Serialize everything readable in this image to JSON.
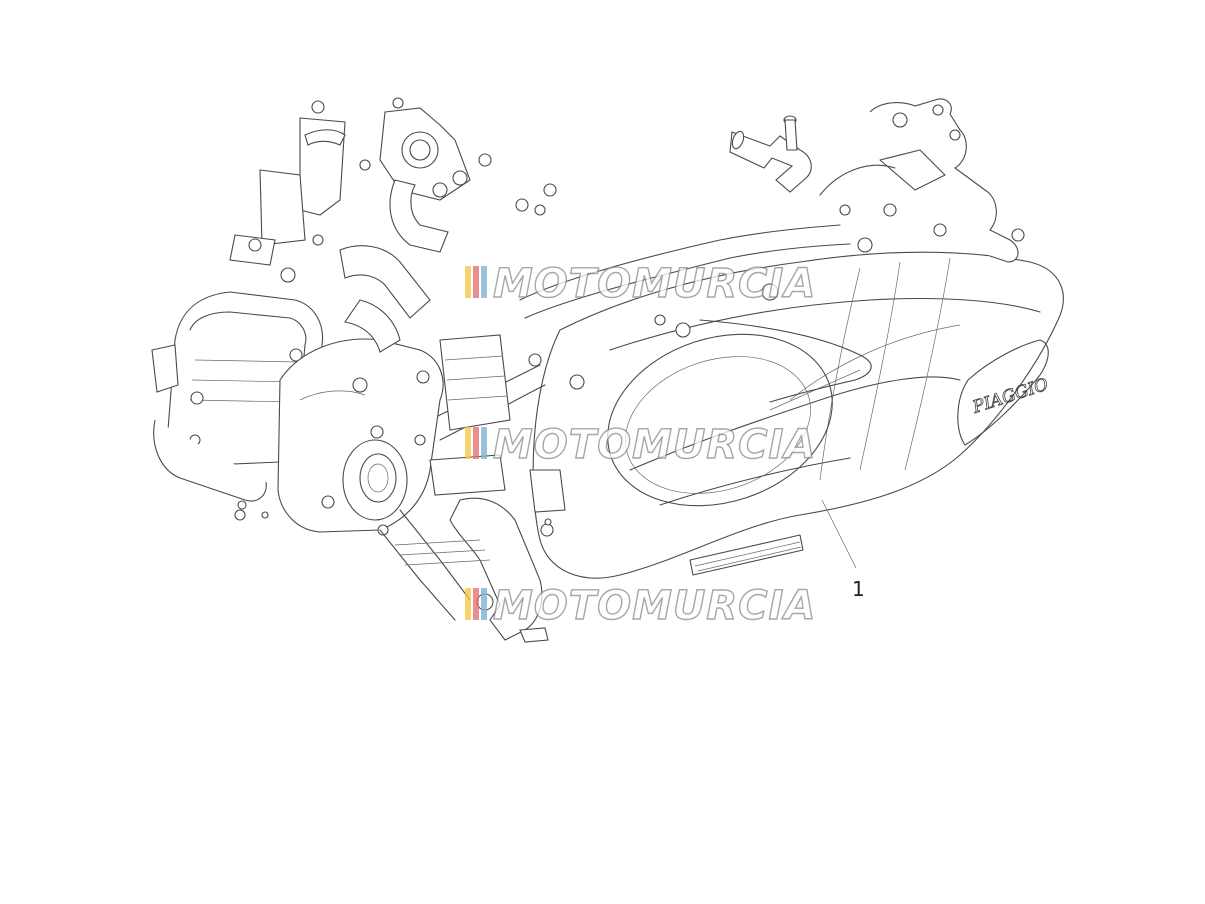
{
  "diagram": {
    "callouts": [
      {
        "number": "1"
      }
    ],
    "engraving": "PIAGGIO",
    "watermark": {
      "text": "MOTOMURCIA",
      "stripe_colors": [
        "#f2c94c",
        "#e57373",
        "#7fb3d5"
      ],
      "outline_color": "#8a8a8a"
    }
  }
}
